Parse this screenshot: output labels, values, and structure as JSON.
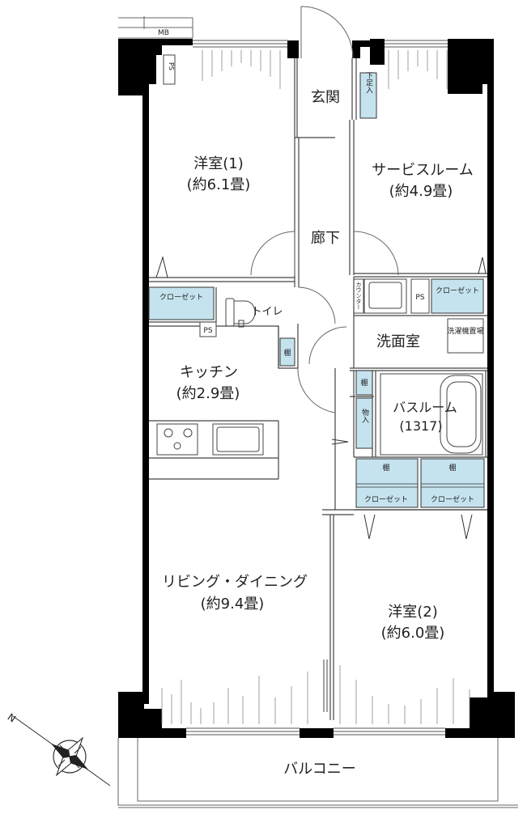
{
  "labels": {
    "mb": "MB",
    "ps": "PS",
    "entrance": "玄関",
    "shoe_storage": "下足入",
    "room1_name": "洋室(1)",
    "room1_size": "(約6.1畳)",
    "service_room_name": "サービスルーム",
    "service_room_size": "(約4.9畳)",
    "hallway": "廊下",
    "closet": "クローゼット",
    "toilet": "トイレ",
    "counter": "カウンター",
    "washroom": "洗面室",
    "laundry_place": "洗濯機置場",
    "shelf": "棚",
    "storage": "物入",
    "kitchen_name": "キッチン",
    "kitchen_size": "(約2.9畳)",
    "bathroom_name": "バスルーム",
    "bathroom_size": "(1317)",
    "living_name": "リビング・ダイニング",
    "living_size": "(約9.4畳)",
    "room2_name": "洋室(2)",
    "room2_size": "(約6.0畳)",
    "balcony": "バルコニー",
    "north_mark": "N"
  },
  "colors": {
    "wall": "#000000",
    "storage_fill": "#c5e3ee",
    "line": "#666666",
    "background": "#ffffff"
  }
}
